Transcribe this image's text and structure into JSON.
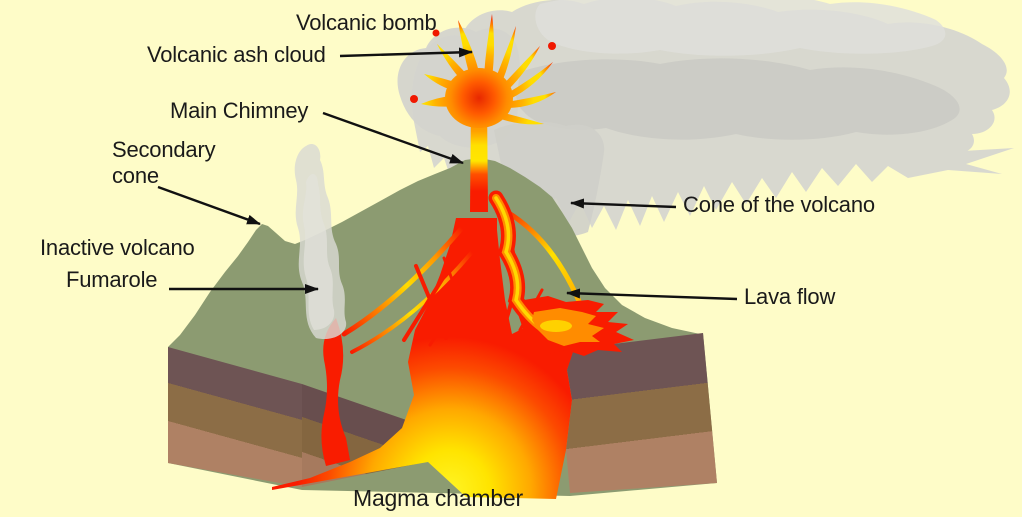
{
  "scene": {
    "title": "Volcano cross-section diagram",
    "type": "labeled-illustration"
  },
  "labels": {
    "volcanic_bomb": "Volcanic bomb",
    "volcanic_ash_cloud": "Volcanic ash cloud",
    "main_chimney": "Main Chimney",
    "secondary_cone": "Secondary\ncone",
    "inactive_volcano": "Inactive volcano",
    "fumarole": "Fumarole",
    "cone_of_the_volcano": "Cone of the volcano",
    "lava_flow": "Lava flow",
    "magma_chamber": "Magma chamber"
  },
  "colors": {
    "background": "#FEFCC8",
    "label_text": "#1A1A1A",
    "arrow": "#111111",
    "mountain_green": "#8C9B71",
    "soil_dark": "#6E5454",
    "soil_medium": "#8C6D46",
    "soil_light": "#AF8164",
    "lava_red": "#F91C00",
    "lava_orange": "#FF8C00",
    "lava_yellow": "#FFE000",
    "magma_glow_core": "#FFF424",
    "ash_cloud_gray": "#D6D6D0",
    "smoke_gray": "#D9D9D3"
  }
}
